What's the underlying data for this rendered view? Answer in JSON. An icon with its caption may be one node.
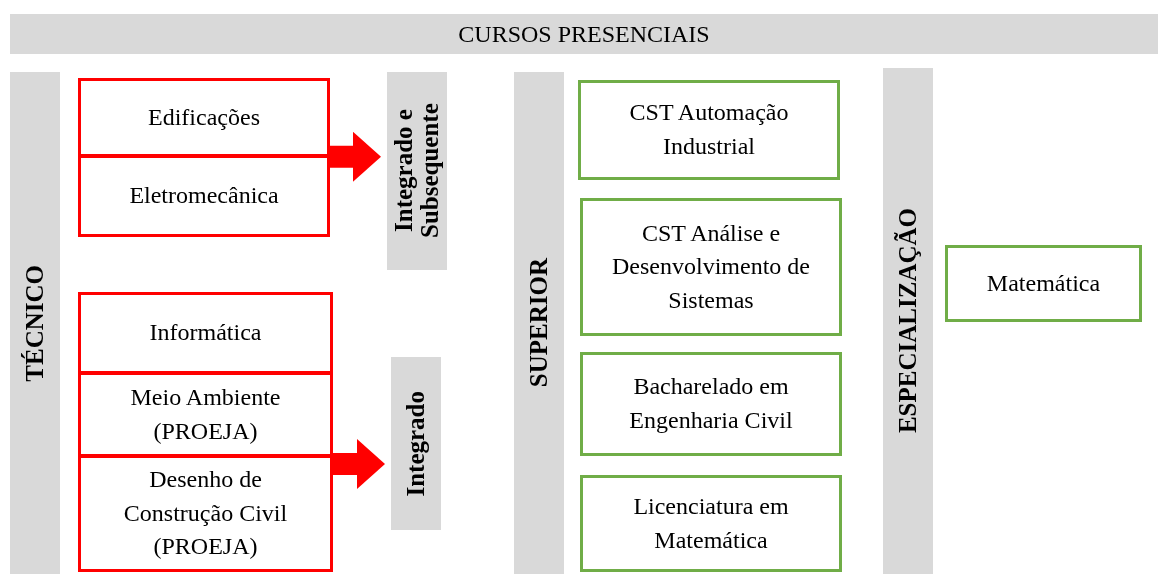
{
  "diagram": {
    "nodes": [
      {
        "text": [
          "CURSOS PRESENCIAIS"
        ]
      },
      {
        "text": [
          "TÉCNICO"
        ]
      },
      {
        "text": [
          "Edificações"
        ]
      },
      {
        "text": [
          "Eletromecânica"
        ]
      },
      {
        "text": [
          "Integrado e Subsequente"
        ]
      },
      {
        "text": [
          "Informática"
        ]
      },
      {
        "text": [
          "Meio Ambiente (PROEJA)"
        ]
      },
      {
        "text": [
          "Desenho de Construção Civil (PROEJA)"
        ]
      },
      {
        "text": [
          "Integrado"
        ]
      },
      {
        "text": [
          "SUPERIOR"
        ]
      },
      {
        "text": [
          "CST Automação Industrial"
        ]
      },
      {
        "text": [
          "CST Análise e Desenvolvimento de Sistemas"
        ]
      },
      {
        "text": [
          "Bacharelado em Engenharia Civil"
        ]
      },
      {
        "text": [
          "Licenciatura em Matemática"
        ]
      },
      {
        "text": [
          "ESPECIALIZAÇÃO"
        ]
      },
      {
        "text": [
          "Matemática"
        ]
      }
    ],
    "edges": [
      {
        "from": 2,
        "to": 4,
        "arrow": "to"
      },
      {
        "from": 3,
        "to": 4,
        "arrow": "to"
      },
      {
        "from": 6,
        "to": 8,
        "arrow": "to"
      },
      {
        "from": 7,
        "to": 8,
        "arrow": "to"
      }
    ]
  }
}
